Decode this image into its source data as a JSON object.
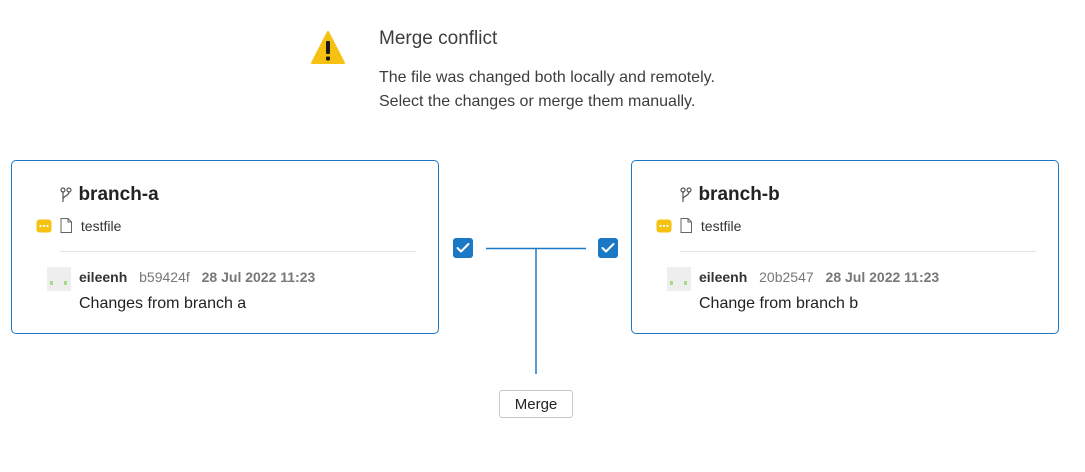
{
  "header": {
    "title": "Merge conflict",
    "description_line1": "The file was changed both locally and remotely.",
    "description_line2": "Select the changes or merge them manually.",
    "icon": "warning-icon",
    "icon_color": "#f5c211"
  },
  "branches": [
    {
      "name": "branch-a",
      "file": "testfile",
      "checked": true,
      "commit": {
        "author": "eileenh",
        "hash": "b59424f",
        "date": "28 Jul 2022 11:23",
        "message": "Changes from branch a"
      }
    },
    {
      "name": "branch-b",
      "file": "testfile",
      "checked": true,
      "commit": {
        "author": "eileenh",
        "hash": "20b2547",
        "date": "28 Jul 2022 11:23",
        "message": "Change from branch b"
      }
    }
  ],
  "actions": {
    "merge_label": "Merge"
  },
  "colors": {
    "accent": "#1b78c5",
    "modified_status": "#f5c211"
  }
}
